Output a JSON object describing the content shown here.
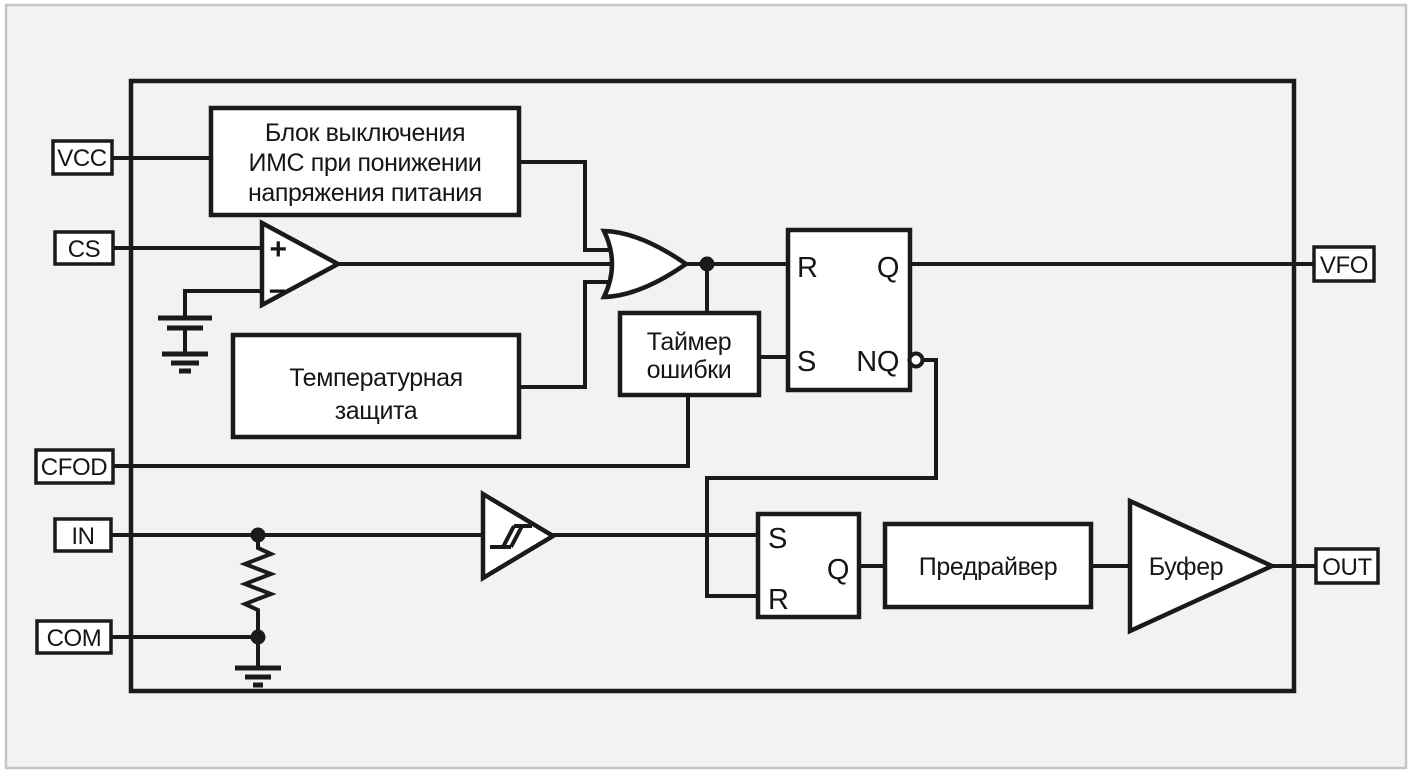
{
  "diagram": {
    "pins_left": [
      {
        "id": "vcc",
        "label": "VCC"
      },
      {
        "id": "cs",
        "label": "CS"
      },
      {
        "id": "cfod",
        "label": "CFOD"
      },
      {
        "id": "in",
        "label": "IN"
      },
      {
        "id": "com",
        "label": "COM"
      }
    ],
    "pins_right": [
      {
        "id": "vfo",
        "label": "VFO"
      },
      {
        "id": "out",
        "label": "OUT"
      }
    ],
    "blocks": {
      "undervoltage_shutdown": {
        "line1": "Блок выключения",
        "line2": "ИМС при понижении",
        "line3": "напряжения питания"
      },
      "thermal_protection": {
        "line1": "Температурная",
        "line2": "защита"
      },
      "error_timer": {
        "line1": "Таймер",
        "line2": "ошибки"
      },
      "predriver": {
        "label": "Предрайвер"
      },
      "buffer": {
        "label": "Буфер"
      }
    },
    "fault_latch": {
      "reset": "R",
      "out": "Q",
      "set": "S",
      "inv_out": "NQ"
    },
    "output_latch": {
      "set": "S",
      "reset": "R",
      "out": "Q"
    },
    "comparator": {
      "plus": "+",
      "minus": "−"
    },
    "colors": {
      "line": "#1a1a1a",
      "canvas": "#f2f2f4",
      "frame_border": "#c6c6ca",
      "block_fill": "#ffffff"
    }
  }
}
